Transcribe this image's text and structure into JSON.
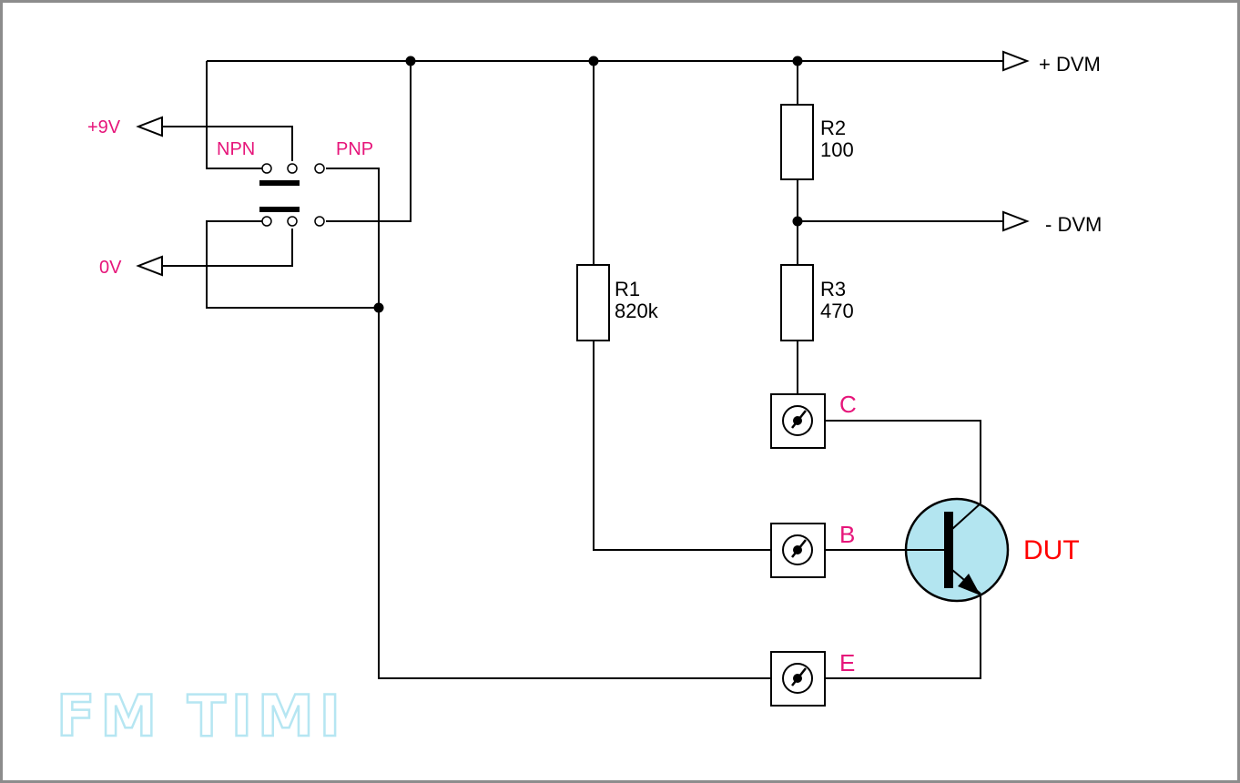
{
  "colors": {
    "accent_label": "#e6157a",
    "dut_label": "#ff0000",
    "transistor_fill": "#b3e5f0",
    "watermark_outline": "#b6e6f2",
    "border": "#8c8c8c"
  },
  "supply": {
    "plus_label": "+9V",
    "zero_label": "0V"
  },
  "switch": {
    "npn_label": "NPN",
    "pnp_label": "PNP"
  },
  "outputs": {
    "plus_dvm_label": "+ DVM",
    "minus_dvm_label": "- DVM"
  },
  "resistors": {
    "r1": {
      "name": "R1",
      "value": "820k"
    },
    "r2": {
      "name": "R2",
      "value": "100"
    },
    "r3": {
      "name": "R3",
      "value": "470"
    }
  },
  "terminals": {
    "collector": "C",
    "base": "B",
    "emitter": "E"
  },
  "device": {
    "label": "DUT",
    "symbol": "npn-transistor-icon"
  },
  "watermark": {
    "text": "FM TIMI"
  }
}
